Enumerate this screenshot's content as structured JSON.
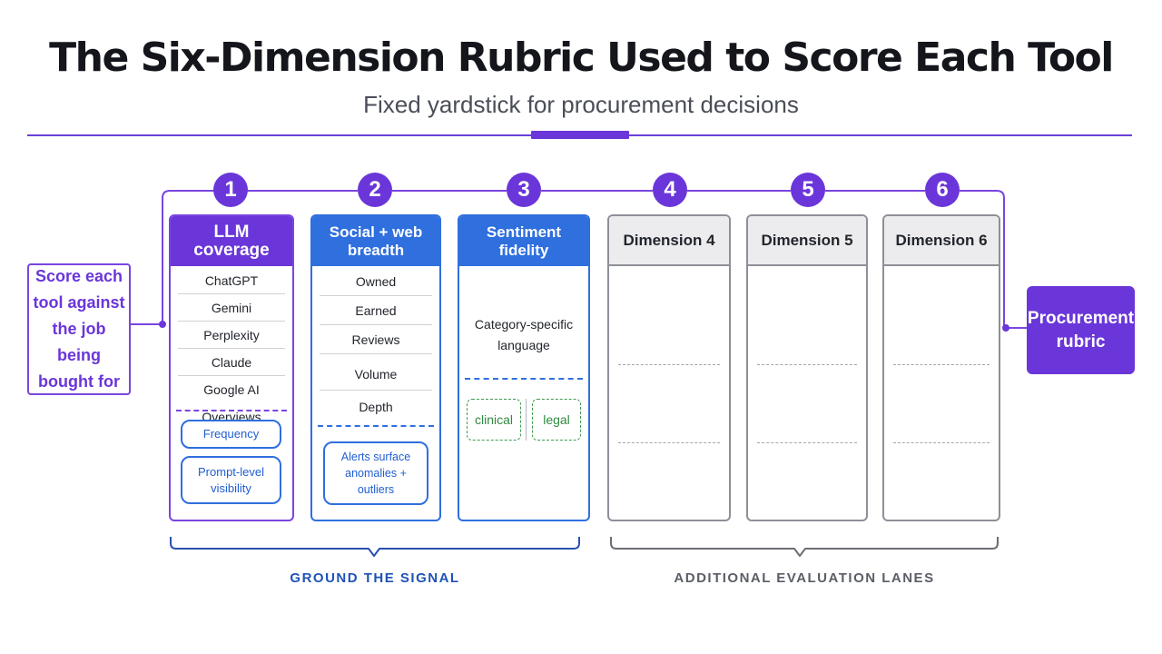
{
  "header": {
    "title": "The Six-Dimension Rubric Used to Score Each Tool",
    "subtitle": "Fixed yardstick for procurement decisions"
  },
  "input": {
    "label": "Score each tool against the job being bought for"
  },
  "output": {
    "label": "Procurement rubric"
  },
  "dimensions": [
    {
      "number": "1",
      "title": "LLM coverage",
      "items": [
        "ChatGPT",
        "Gemini",
        "Perplexity",
        "Claude",
        "Google AI Overviews"
      ],
      "pills": [
        "Frequency",
        "Prompt-level visibility"
      ]
    },
    {
      "number": "2",
      "title": "Social + web breadth",
      "items": [
        "Owned",
        "Earned",
        "Reviews",
        "Volume",
        "Depth"
      ],
      "note": "Alerts surface anomalies + outliers"
    },
    {
      "number": "3",
      "title": "Sentiment fidelity",
      "text": "Category-specific language",
      "tags": [
        "clinical",
        "legal"
      ]
    },
    {
      "number": "4",
      "title": "Dimension 4"
    },
    {
      "number": "5",
      "title": "Dimension 5"
    },
    {
      "number": "6",
      "title": "Dimension 6"
    }
  ],
  "groups": {
    "left": "GROUND THE SIGNAL",
    "right": "ADDITIONAL EVALUATION LANES"
  },
  "colors": {
    "purple": "#6a36d9",
    "blue": "#2f6fde",
    "gray": "#8e9098",
    "green": "#3e9a4e"
  }
}
